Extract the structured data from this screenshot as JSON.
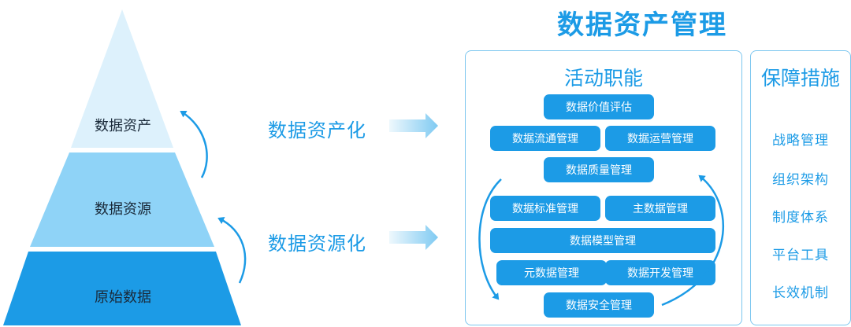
{
  "title": "数据资产管理",
  "pyramid": {
    "tiers": [
      {
        "label": "数据资产",
        "color": "#ddf1fc"
      },
      {
        "label": "数据资源",
        "color": "#8fd3f7"
      },
      {
        "label": "原始数据",
        "color": "#1c9be6"
      }
    ]
  },
  "processes": [
    {
      "label": "数据资产化"
    },
    {
      "label": "数据资源化"
    }
  ],
  "activities": {
    "title": "活动职能",
    "items": [
      "数据价值评估",
      "数据流通管理",
      "数据运营管理",
      "数据质量管理",
      "数据标准管理",
      "主数据管理",
      "数据模型管理",
      "元数据管理",
      "数据开发管理",
      "数据安全管理"
    ]
  },
  "measures": {
    "title": "保障措施",
    "items": [
      "战略管理",
      "组织架构",
      "制度体系",
      "平台工具",
      "长效机制"
    ]
  },
  "colors": {
    "accent": "#1c9be6",
    "panel_border": "#7cc6ef",
    "arrow_fade": "#d6eefb"
  }
}
